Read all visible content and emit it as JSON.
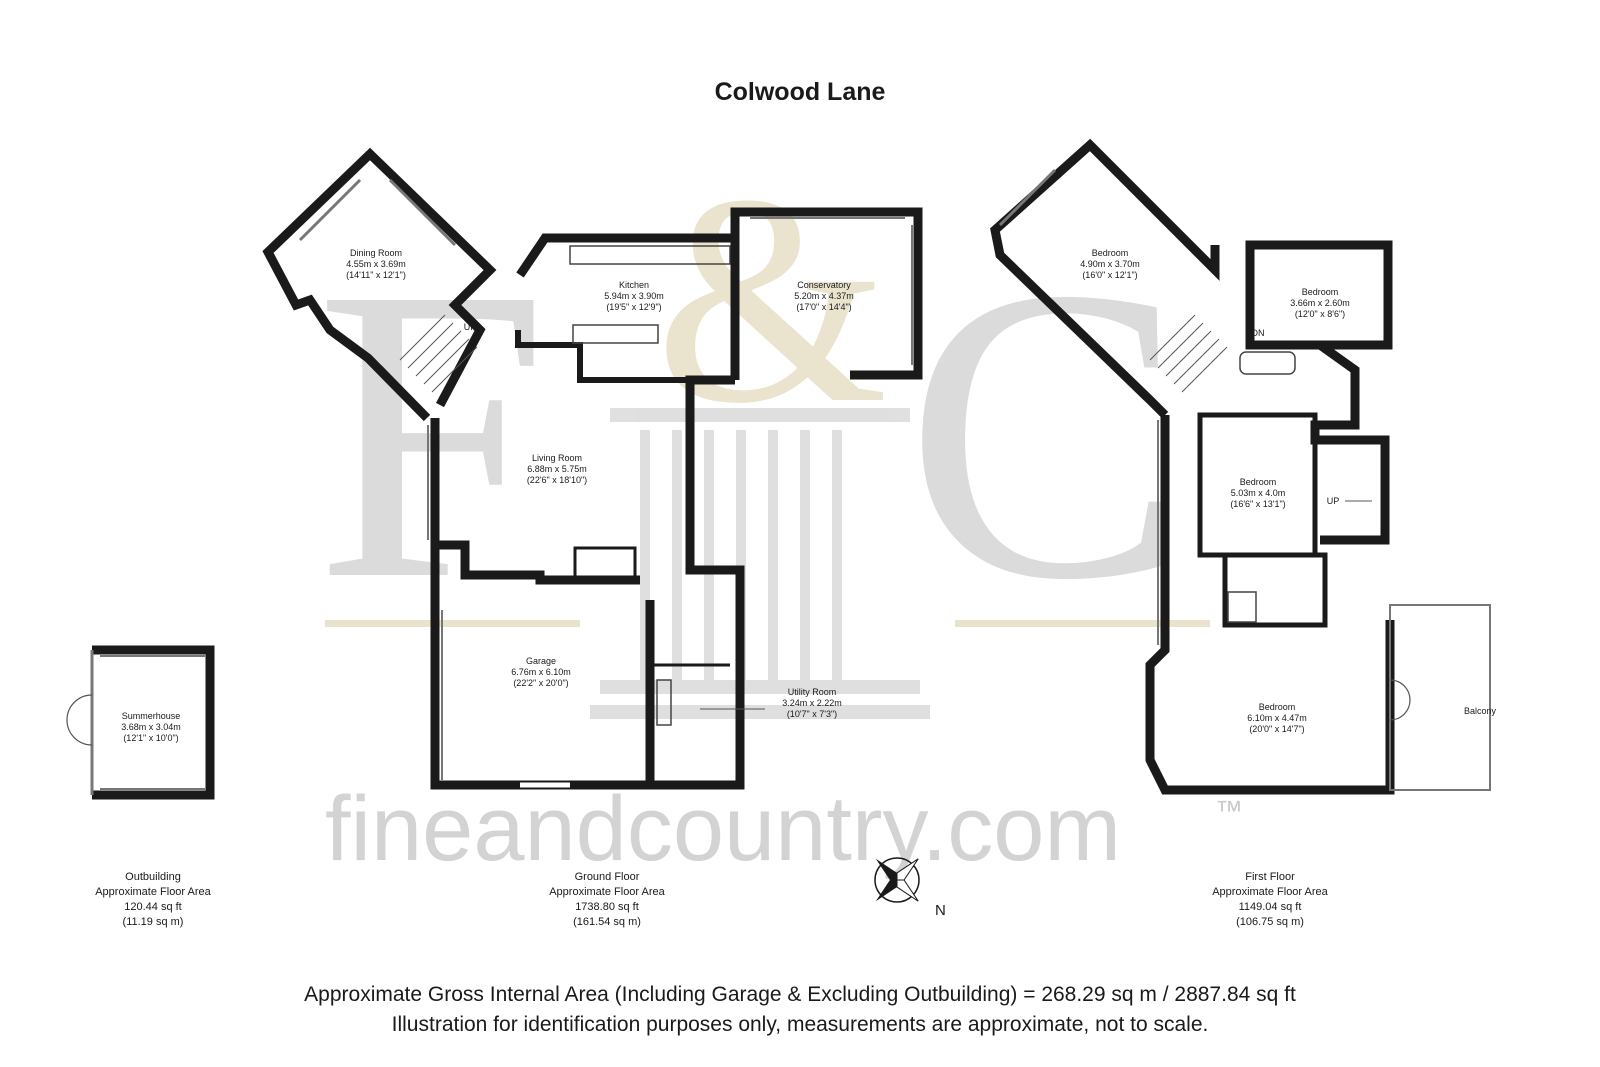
{
  "title": "Colwood Lane",
  "watermark": {
    "logo_left": "F",
    "logo_amp": "&",
    "logo_right": "C",
    "url": "fineandcountry.com",
    "tm": "™"
  },
  "rooms": {
    "dining_room": {
      "name": "Dining Room",
      "metric": "4.55m x 3.69m",
      "imperial": "(14'11\" x 12'1\")"
    },
    "kitchen": {
      "name": "Kitchen",
      "metric": "5.94m x 3.90m",
      "imperial": "(19'5\" x 12'9\")"
    },
    "conservatory": {
      "name": "Conservatory",
      "metric": "5.20m x 4.37m",
      "imperial": "(17'0\" x 14'4\")"
    },
    "living_room": {
      "name": "Living Room",
      "metric": "6.88m x 5.75m",
      "imperial": "(22'6\" x 18'10\")"
    },
    "garage": {
      "name": "Garage",
      "metric": "6.76m x 6.10m",
      "imperial": "(22'2\" x 20'0\")"
    },
    "utility_room": {
      "name": "Utility Room",
      "metric": "3.24m x 2.22m",
      "imperial": "(10'7\" x 7'3\")"
    },
    "summerhouse": {
      "name": "Summerhouse",
      "metric": "3.68m x 3.04m",
      "imperial": "(12'1\" x 10'0\")"
    },
    "bedroom_1": {
      "name": "Bedroom",
      "metric": "4.90m x 3.70m",
      "imperial": "(16'0\" x 12'1\")"
    },
    "bedroom_2": {
      "name": "Bedroom",
      "metric": "3.66m x 2.60m",
      "imperial": "(12'0\" x 8'6\")"
    },
    "bedroom_3": {
      "name": "Bedroom",
      "metric": "5.03m x 4.0m",
      "imperial": "(16'6\" x 13'1\")"
    },
    "bedroom_4": {
      "name": "Bedroom",
      "metric": "6.10m x 4.47m",
      "imperial": "(20'0\" x 14'7\")"
    },
    "balcony": {
      "name": "Balcony"
    }
  },
  "stair_labels": {
    "ground_up": "UP",
    "first_dn": "DN",
    "first_up": "UP"
  },
  "compass": {
    "north": "N"
  },
  "areas": {
    "outbuilding": {
      "label": "Outbuilding",
      "sub": "Approximate Floor Area",
      "sqft": "120.44 sq ft",
      "sqm": "(11.19 sq m)"
    },
    "ground": {
      "label": "Ground Floor",
      "sub": "Approximate Floor Area",
      "sqft": "1738.80 sq ft",
      "sqm": "(161.54 sq m)"
    },
    "first": {
      "label": "First Floor",
      "sub": "Approximate Floor Area",
      "sqft": "1149.04 sq ft",
      "sqm": "(106.75 sq m)"
    }
  },
  "footer": {
    "line1": "Approximate Gross Internal Area (Including Garage & Excluding Outbuilding) = 268.29 sq m / 2887.84 sq ft",
    "line2": "Illustration for identification purposes only, measurements are approximate, not to scale."
  },
  "colors": {
    "wall": "#1a1a1a",
    "watermark_grey": "#cfcfcf",
    "watermark_gold": "#e7dfc6"
  }
}
